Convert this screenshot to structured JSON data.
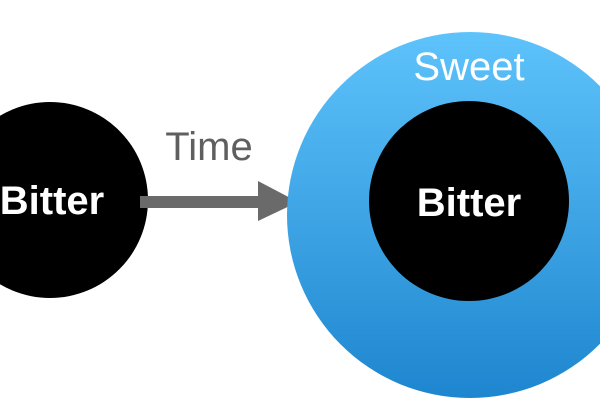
{
  "left_circle": {
    "label": "Bitter",
    "fill": "#000000",
    "text_color": "#ffffff"
  },
  "arrow": {
    "label": "Time",
    "color": "#6a6a6a",
    "label_color": "#5f5f5f"
  },
  "right_group": {
    "outer": {
      "label": "Sweet",
      "gradient_top": "#5ec3fb",
      "gradient_bottom": "#1e86cf",
      "text_color": "#ffffff"
    },
    "inner": {
      "label": "Bitter",
      "fill": "#000000",
      "text_color": "#ffffff"
    }
  }
}
